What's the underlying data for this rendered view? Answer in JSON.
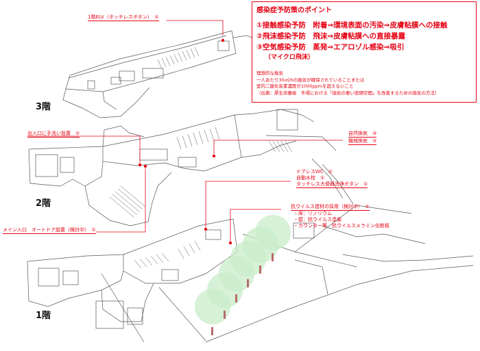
{
  "floors": {
    "f3": "3階",
    "f2": "2階",
    "f1": "1階"
  },
  "infection_box": {
    "title": "感染症予防策のポイント",
    "lines": [
      "①接触感染予防　附着⇒環境表面の汚染⇒皮膚粘膜への接触",
      "②飛沫感染予防　飛沫⇒皮膚粘膜への直接暴露",
      "③空気感染予防　蒸発⇒エアロゾル感染⇒吸引",
      "（マイクロ飛沫）"
    ],
    "ventilation_title": "理想的な換気",
    "ventilation_lines": [
      "一人あたり30㎥/hの換気が確保されていることまたは",
      "室内二酸化炭素濃度が1000ppmを超えないこと",
      "（出典：厚生労働省　冬場における「換気の悪い密閉空間」を改善するための換気の方法）"
    ]
  },
  "annotations": {
    "elv": "1階ELV（タッチレスボタン）　①",
    "handwash": "出入口に手洗い設置　①",
    "natural_vent": "自然換気　③",
    "mech_vent": "機械換気　③",
    "doorless_wc": "ドアレスWC　①",
    "auto_faucet": "自動水栓　①",
    "touchless_flush": "タッチレス大便器洗浄ボタン　①",
    "antivirus_title": "抗ウイルス建材の採用（検討中）　①",
    "antivirus_items": [
      "・床：リノリウム",
      "・壁：抗ウイルス塗装",
      "・カウンター等　抗ウイルスメラミン化粧板"
    ],
    "main_entrance": "メイン入口　オートドア設置（検討中）　①"
  },
  "colors": {
    "accent": "#e60012",
    "drawing_line": "#555555",
    "tree_fill": "#c8ecc8",
    "tree_trunk": "#b86b6b"
  }
}
